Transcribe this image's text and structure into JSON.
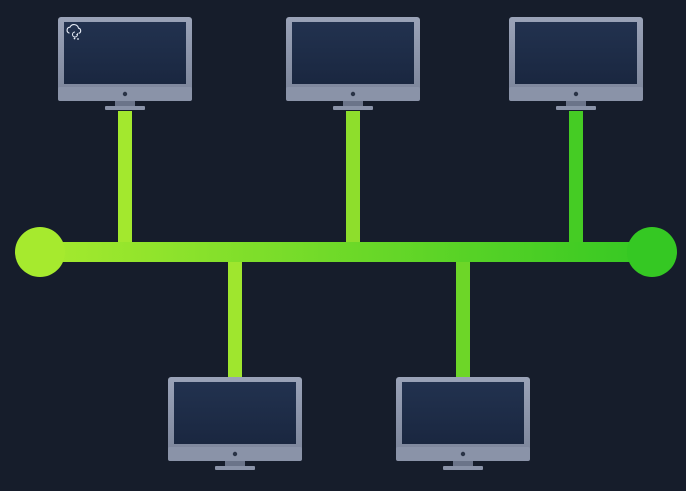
{
  "diagram": {
    "type": "bus-topology",
    "colors": {
      "background": "#161d2b",
      "bus_start": "#a6ea2e",
      "bus_end": "#35c823",
      "monitor_frame": "#8a93a8",
      "monitor_frame_dark": "#6b7489",
      "monitor_screen_top": "#22324f",
      "monitor_screen_bottom": "#1a2740"
    },
    "terminators": [
      {
        "name": "left-terminator",
        "color": "#a6ea2e"
      },
      {
        "name": "right-terminator",
        "color": "#35c823"
      }
    ],
    "nodes": [
      {
        "name": "computer-1",
        "side": "top",
        "connector_color": "#a3e82e",
        "screen_icon": "cloud-sync-icon"
      },
      {
        "name": "computer-2",
        "side": "top",
        "connector_color": "#8ede2c",
        "screen_icon": ""
      },
      {
        "name": "computer-3",
        "side": "top",
        "connector_color": "#45cc24",
        "screen_icon": ""
      },
      {
        "name": "computer-4",
        "side": "bottom",
        "connector_color": "#9fe62e",
        "screen_icon": ""
      },
      {
        "name": "computer-5",
        "side": "bottom",
        "connector_color": "#6dd628",
        "screen_icon": ""
      }
    ]
  }
}
